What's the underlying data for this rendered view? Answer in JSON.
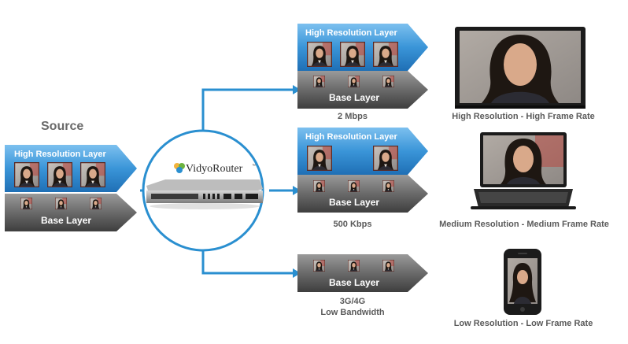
{
  "source": {
    "title": "Source",
    "high_layer_label": "High Resolution Layer",
    "base_layer_label": "Base Layer"
  },
  "router": {
    "brand": "VidyoRouter",
    "trademark": "™"
  },
  "streams": [
    {
      "high_layer_label": "High Resolution Layer",
      "base_layer_label": "Base Layer",
      "bandwidth": "2 Mbps",
      "device_caption": "High Resolution - High Frame Rate"
    },
    {
      "high_layer_label": "High Resolution Layer",
      "base_layer_label": "Base Layer",
      "bandwidth": "500 Kbps",
      "device_caption": "Medium Resolution - Medium Frame Rate"
    },
    {
      "base_layer_label": "Base Layer",
      "bandwidth_line1": "3G/4G",
      "bandwidth_line2": "Low Bandwidth",
      "device_caption": "Low Resolution -  Low Frame Rate"
    }
  ],
  "colors": {
    "blue": "#2f86c9",
    "blue_light": "#6db3e8",
    "gray_dark": "#4c4c4c",
    "gray_light": "#8a8a8a",
    "connector": "#2a8fd0"
  }
}
